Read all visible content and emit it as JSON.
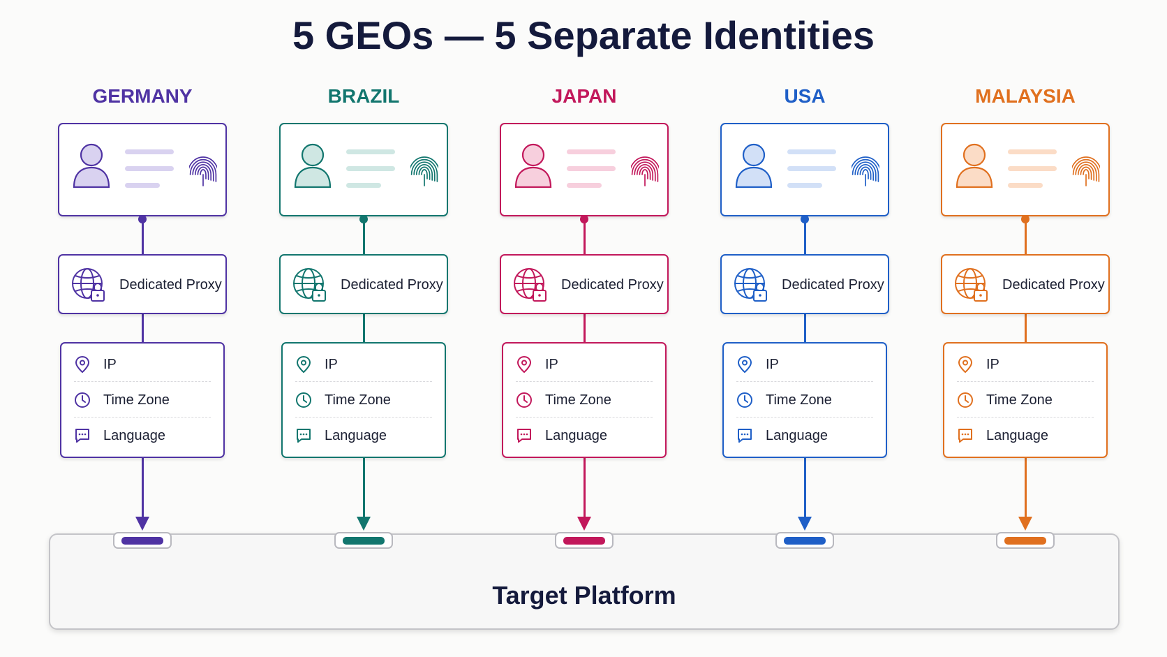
{
  "title": "5 GEOs — 5 Separate Identities",
  "proxy_label": "Dedicated Proxy",
  "attributes": [
    {
      "label": "IP",
      "icon": "location-pin-icon"
    },
    {
      "label": "Time Zone",
      "icon": "clock-icon"
    },
    {
      "label": "Language",
      "icon": "chat-bubble-icon"
    }
  ],
  "geos": [
    {
      "name": "GERMANY",
      "color": "#4f33a3",
      "light": "#d9d2f0"
    },
    {
      "name": "BRAZIL",
      "color": "#12766e",
      "light": "#cfe7e3"
    },
    {
      "name": "JAPAN",
      "color": "#c2185b",
      "light": "#f7cfdd"
    },
    {
      "name": "USA",
      "color": "#1f5fc7",
      "light": "#d2e0f7"
    },
    {
      "name": "MALAYSIA",
      "color": "#e0701f",
      "light": "#fbdcc6"
    }
  ],
  "target": {
    "label": "Target Platform"
  }
}
